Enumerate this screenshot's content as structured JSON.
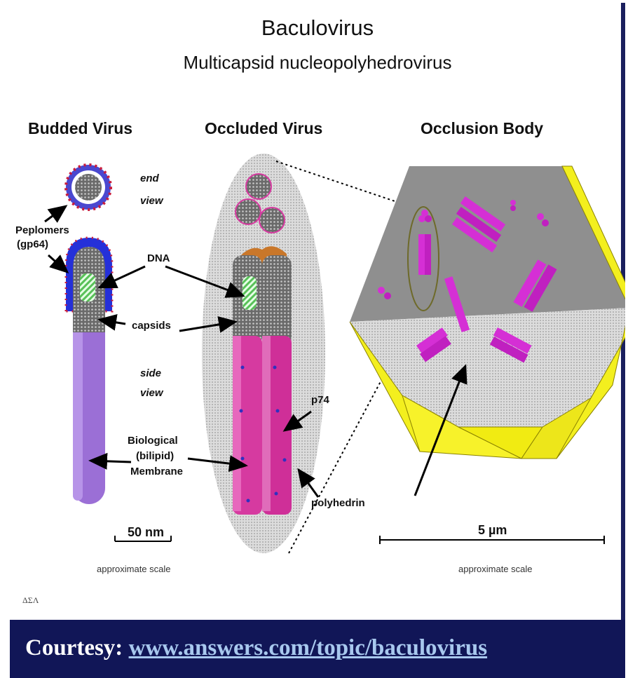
{
  "title": "Baculovirus",
  "subtitle": "Multicapsid nucleopolyhedrovirus",
  "panels": {
    "budded": "Budded Virus",
    "occluded": "Occluded Virus",
    "occlusion_body": "Occlusion Body"
  },
  "labels": {
    "end_view_1": "end",
    "end_view_2": "view",
    "peplomers_1": "Peplomers",
    "peplomers_2": "(gp64)",
    "dna": "DNA",
    "capsids": "capsids",
    "side_view_1": "side",
    "side_view_2": "view",
    "membrane_1": "Biological",
    "membrane_2": "(bilipid)",
    "membrane_3": "Membrane",
    "p74": "p74",
    "polyhedrin": "polyhedrin"
  },
  "scales": {
    "left_value": "50 nm",
    "left_caption": "approximate scale",
    "right_value": "5 µm",
    "right_caption": "approximate scale"
  },
  "logo": "ΔΣΛ",
  "footer": {
    "prefix": "Courtesy:",
    "link": "www.answers.com/topic/baculovirus"
  },
  "colors": {
    "footer_bg": "#111657",
    "link": "#a8c8ee",
    "magenta": "#d63aa0",
    "yellow": "#f3ef1e",
    "purple": "#9b6fd6",
    "blue": "#2530d9"
  }
}
